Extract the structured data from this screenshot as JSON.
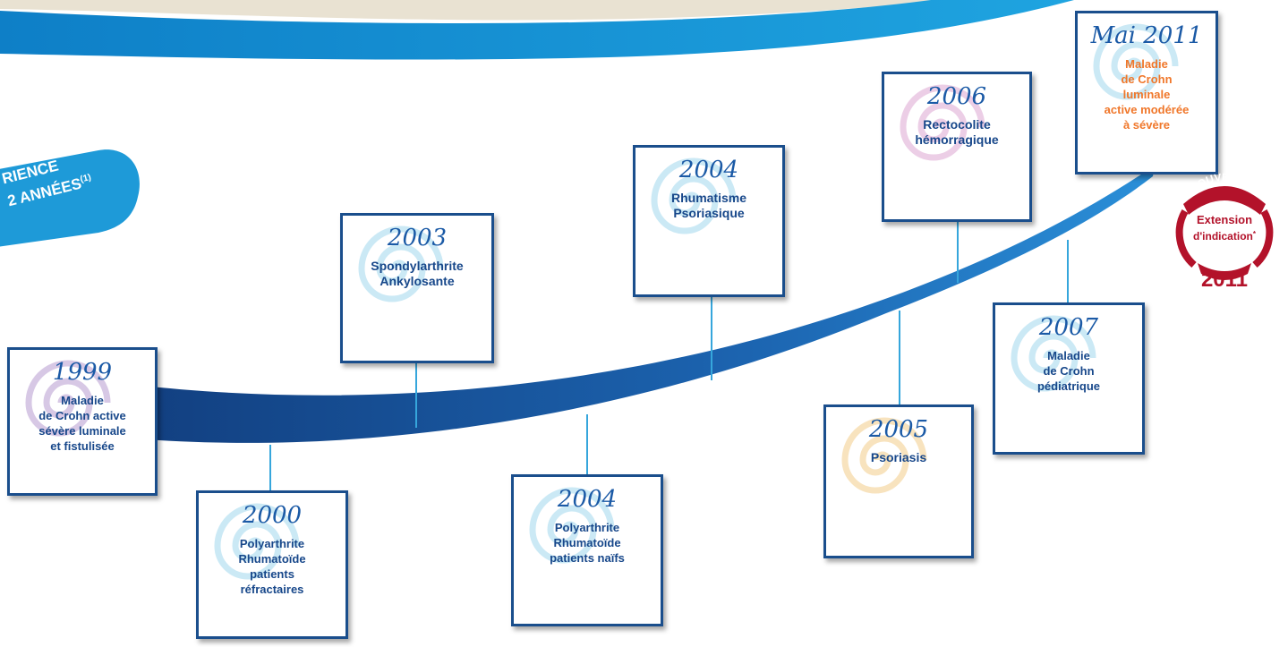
{
  "banner": {
    "line1": "RIENCE",
    "line2": "2 ANNÉES",
    "sup": "(1)"
  },
  "milestones": [
    {
      "year": "1999",
      "lines": [
        "Maladie",
        "de Crohn active",
        "sévère luminale",
        "et fistulisée"
      ]
    },
    {
      "year": "2000",
      "lines": [
        "Polyarthrite",
        "Rhumatoïde",
        "patients",
        "réfractaires"
      ]
    },
    {
      "year": "2003",
      "lines": [
        "Spondylarthrite",
        "Ankylosante"
      ]
    },
    {
      "year": "2004",
      "lines": [
        "Polyarthrite",
        "Rhumatoïde",
        "patients naïfs"
      ]
    },
    {
      "year": "2004",
      "lines": [
        "Rhumatisme",
        "Psoriasique"
      ]
    },
    {
      "year": "2005",
      "lines": [
        "Psoriasis"
      ]
    },
    {
      "year": "2006",
      "lines": [
        "Rectocolite",
        "hémorragique"
      ]
    },
    {
      "year": "2007",
      "lines": [
        "Maladie",
        "de Crohn",
        "pédiatrique"
      ]
    },
    {
      "year": "Mai 2011",
      "lines": [
        "Maladie",
        "de Crohn",
        "luminale",
        "active modérée",
        "à sévère"
      ]
    }
  ],
  "badge": {
    "top": "NOUVEAUTÉ",
    "line1": "Extension",
    "line2": "d'indication",
    "star": "*",
    "year": "2011"
  },
  "colors": {
    "dark_blue": "#1a4e8c",
    "light_blue": "#1f9ad6",
    "orange": "#f0772a",
    "badge_red": "#b3122a"
  }
}
